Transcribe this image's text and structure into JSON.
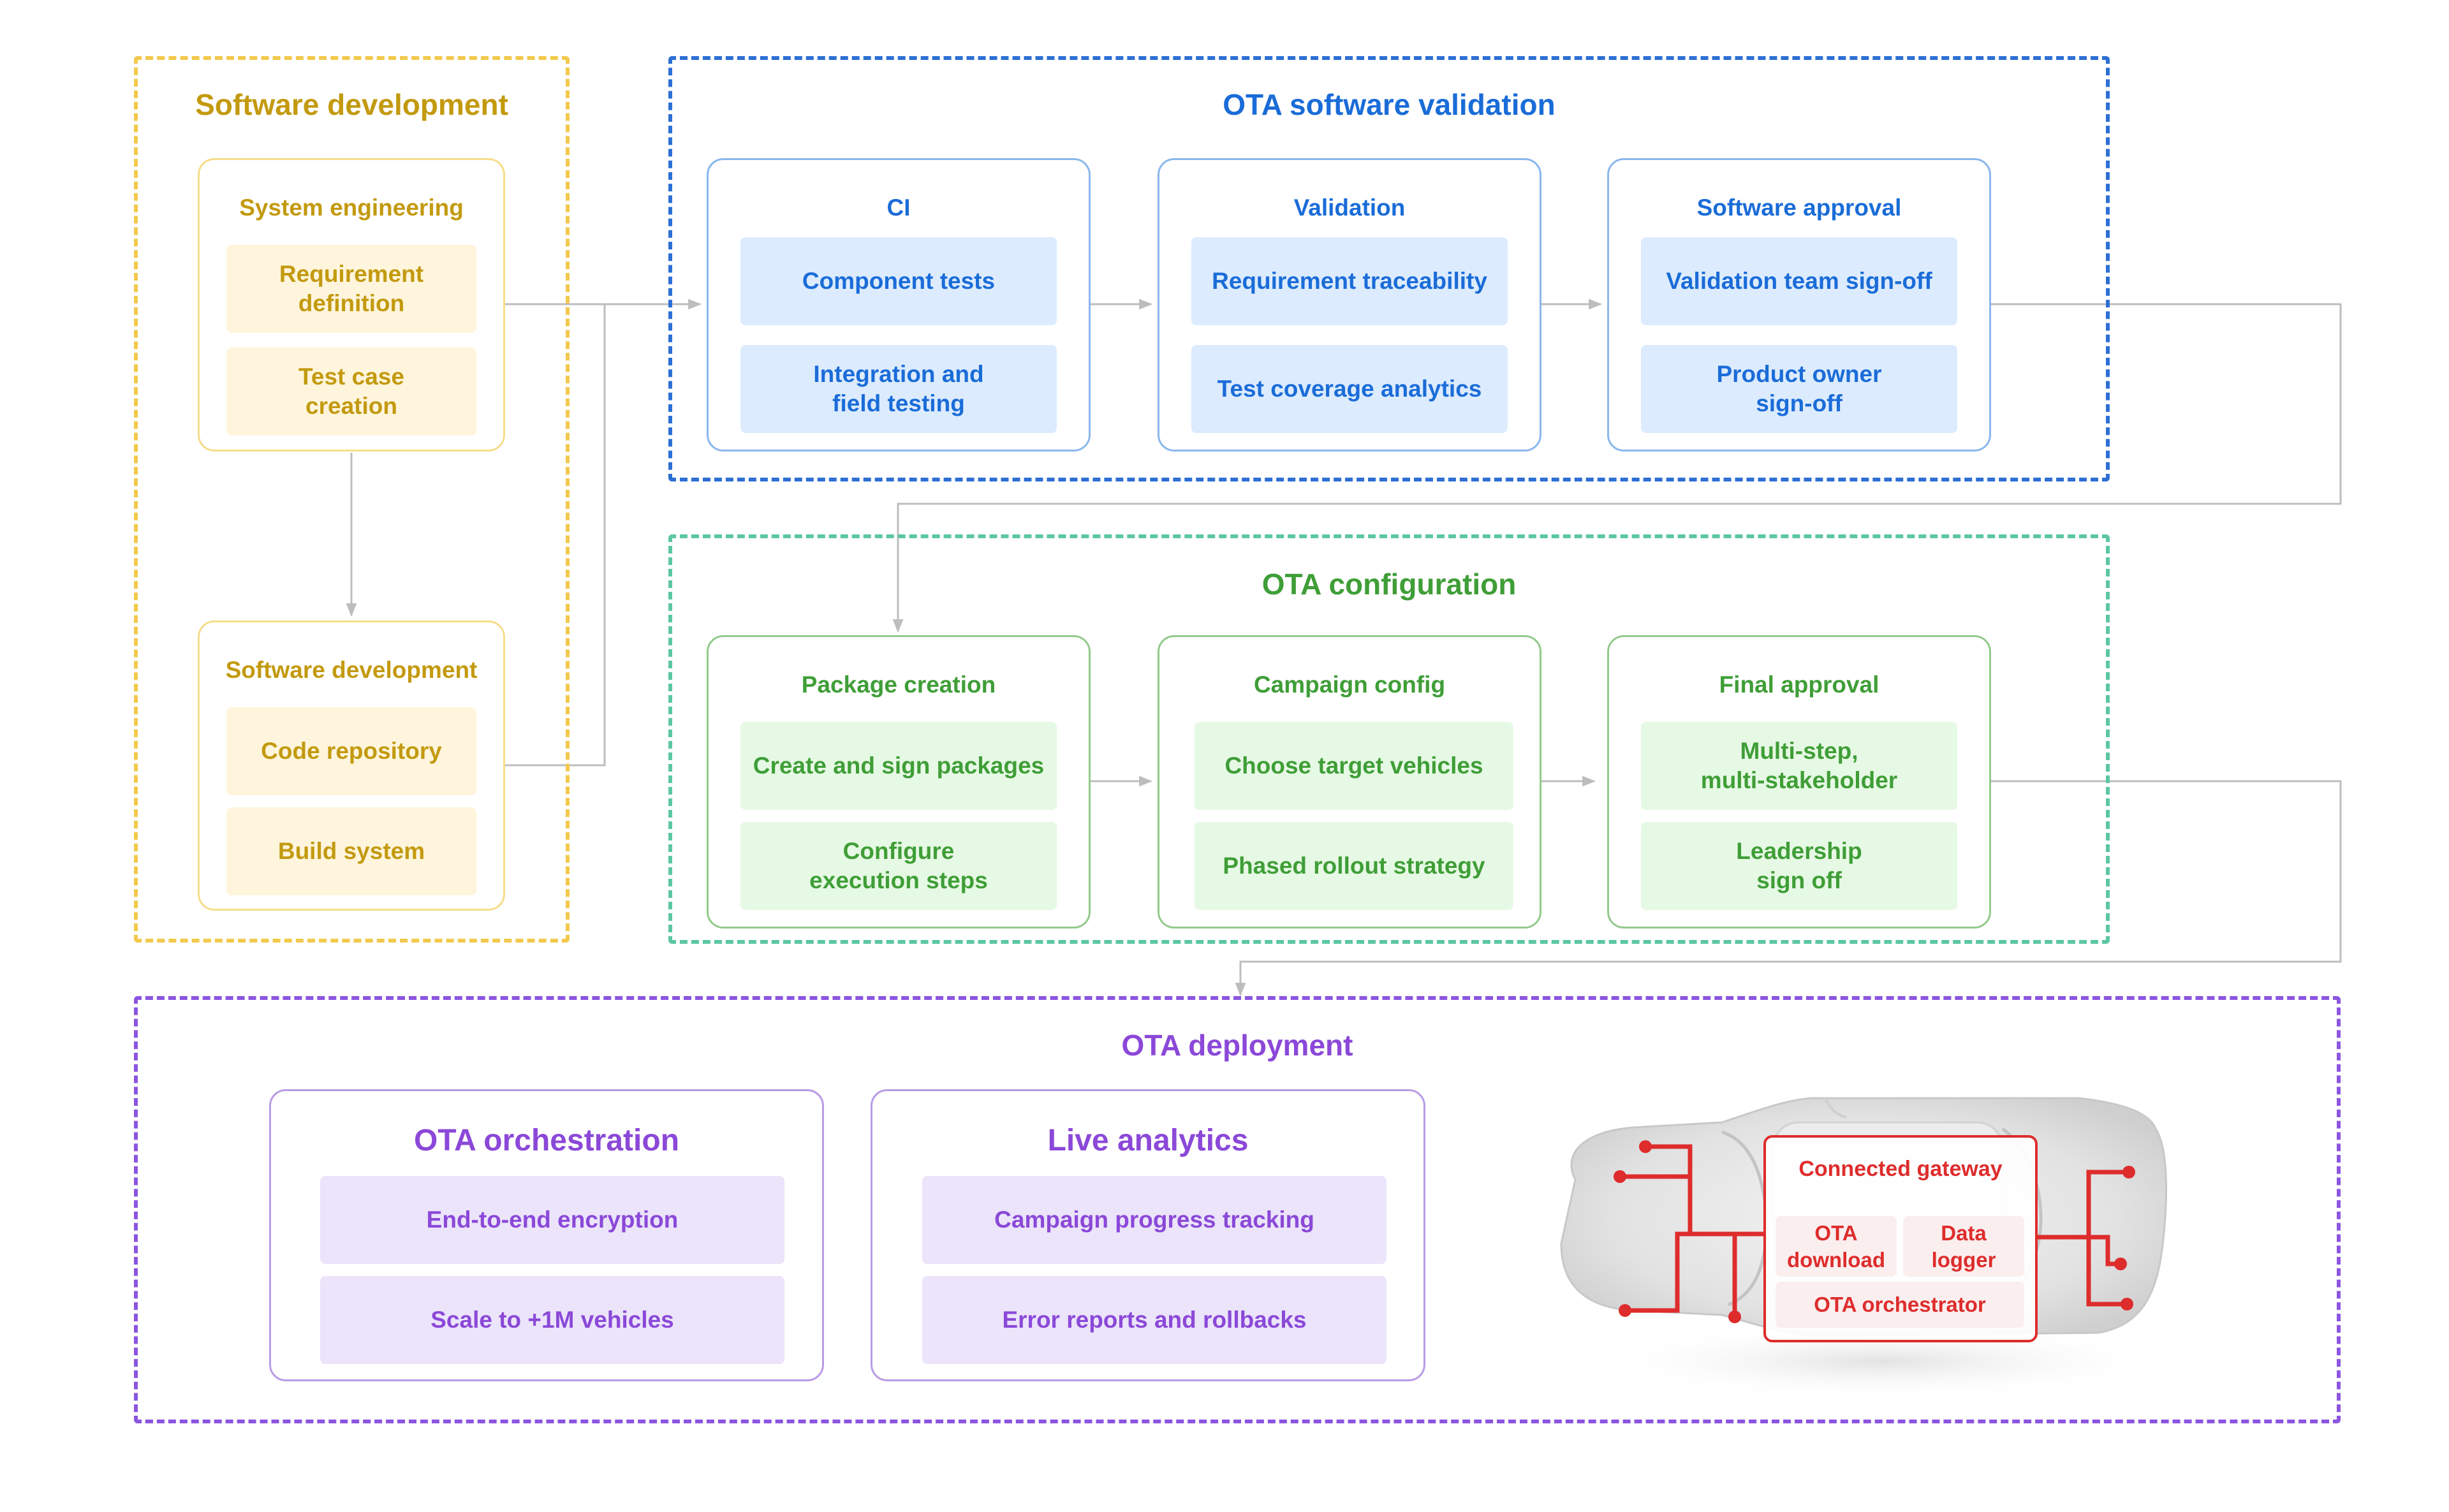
{
  "software_development": {
    "title": "Software development",
    "system_engineering": {
      "title": "System engineering",
      "items": [
        "Requirement\ndefinition",
        "Test case\ncreation"
      ]
    },
    "software_dev": {
      "title": "Software development",
      "items": [
        "Code repository",
        "Build system"
      ]
    }
  },
  "validation": {
    "title": "OTA software validation",
    "ci": {
      "title": "CI",
      "items": [
        "Component tests",
        "Integration and\nfield testing"
      ]
    },
    "val": {
      "title": "Validation",
      "items": [
        "Requirement traceability",
        "Test coverage analytics"
      ]
    },
    "approval": {
      "title": "Software approval",
      "items": [
        "Validation team sign-off",
        "Product owner\nsign-off"
      ]
    }
  },
  "configuration": {
    "title": "OTA configuration",
    "package": {
      "title": "Package creation",
      "items": [
        "Create and sign packages",
        "Configure\nexecution steps"
      ]
    },
    "campaign": {
      "title": "Campaign config",
      "items": [
        "Choose target vehicles",
        "Phased rollout strategy"
      ]
    },
    "final": {
      "title": "Final approval",
      "items": [
        "Multi-step,\nmulti-stakeholder",
        "Leadership\nsign off"
      ]
    }
  },
  "deployment": {
    "title": "OTA deployment",
    "orchestration": {
      "title": "OTA orchestration",
      "items": [
        "End-to-end encryption",
        "Scale to +1M vehicles"
      ]
    },
    "analytics": {
      "title": "Live analytics",
      "items": [
        "Campaign progress tracking",
        "Error reports and rollbacks"
      ]
    },
    "gateway": {
      "title": "Connected gateway",
      "download": "OTA\ndownload",
      "logger": "Data\nlogger",
      "orchestrator": "OTA orchestrator"
    }
  },
  "colors": {
    "yellow": "#c39a0f",
    "blue": "#1a6cd8",
    "green": "#3f9e37",
    "purple": "#8b48d8",
    "red": "#de2c2c",
    "connector": "#bdbdbd"
  }
}
